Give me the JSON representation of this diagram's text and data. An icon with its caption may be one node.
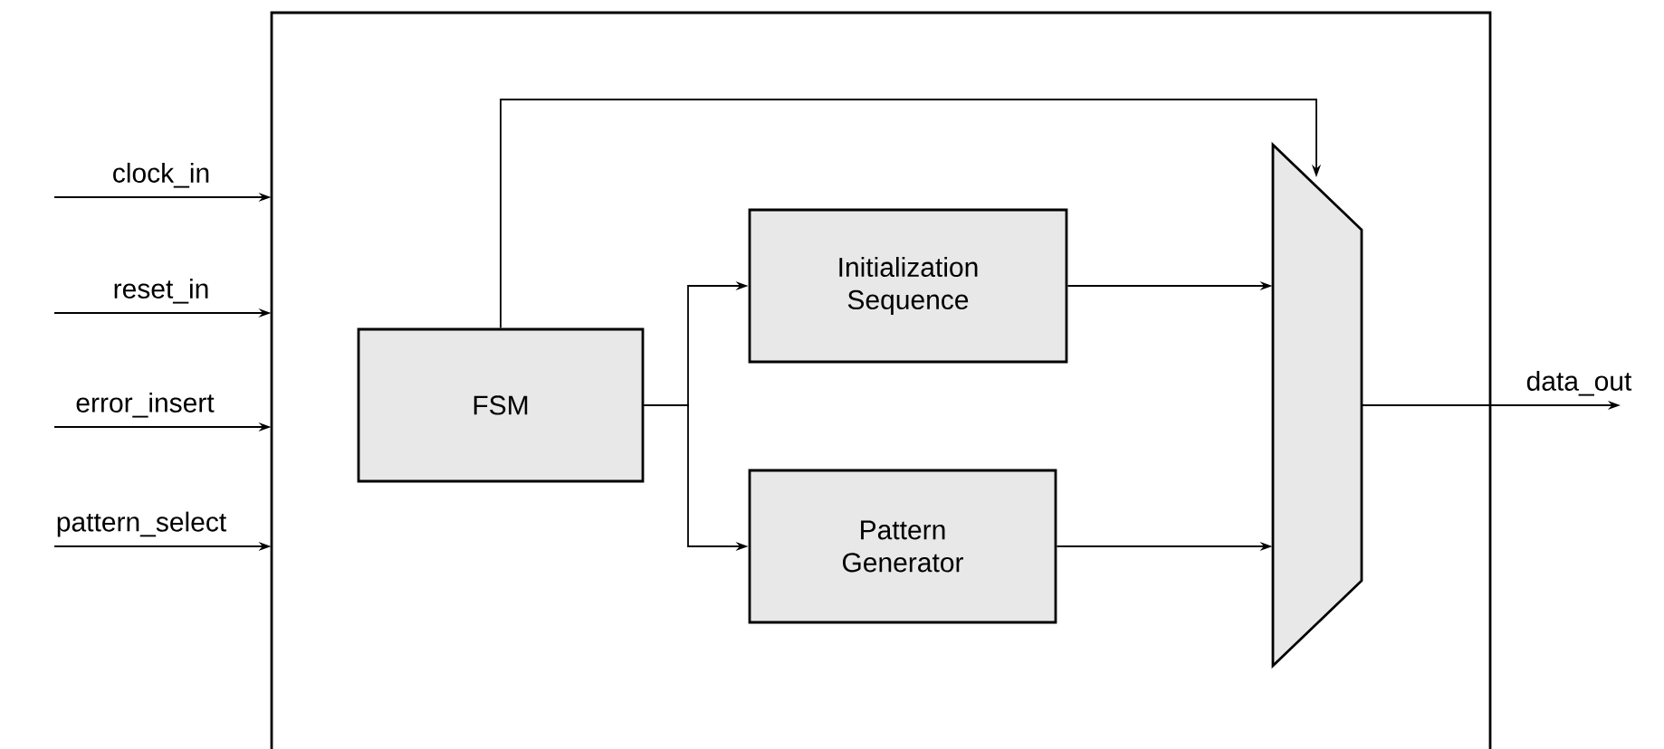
{
  "diagram": {
    "nodes": [
      {
        "text": [],
        "shape": "box"
      },
      {
        "text": [
          "FSM"
        ],
        "in": 0
      },
      {
        "text": [
          "Initialization Sequence"
        ],
        "in": 0
      },
      {
        "text": [
          "Pattern Generator"
        ],
        "in": 0
      },
      {
        "text": [],
        "shape": "trapezoid",
        "in": 0
      }
    ],
    "edges": [
      {
        "from": null,
        "to": 0,
        "arrow": "to",
        "label": "clock_in"
      },
      {
        "from": null,
        "to": 0,
        "arrow": "to",
        "label": "reset_in"
      },
      {
        "from": null,
        "to": 0,
        "arrow": "to",
        "label": "error_insert"
      },
      {
        "from": null,
        "to": 0,
        "arrow": "to",
        "label": "pattern_select"
      },
      {
        "from": 1,
        "to": 2,
        "arrow": "to"
      },
      {
        "from": 1,
        "to": 3,
        "arrow": "to"
      },
      {
        "from": 1,
        "to": 4,
        "arrow": "to"
      },
      {
        "from": 2,
        "to": 4,
        "arrow": "to"
      },
      {
        "from": 3,
        "to": 4,
        "arrow": "to"
      },
      {
        "from": 4,
        "to": null,
        "arrow": "to",
        "label": "data_out"
      }
    ]
  }
}
